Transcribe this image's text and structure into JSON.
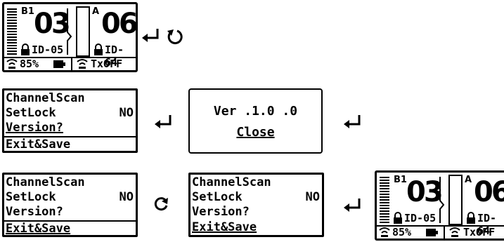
{
  "status_screen": {
    "left_channel": "B1",
    "left_number": "03",
    "left_id": "ID-05",
    "battery": "85%",
    "right_channel": "A",
    "right_number": "06",
    "right_id": "ID-64",
    "tx_status": "TxOFF"
  },
  "menu": {
    "items": [
      {
        "label": "ChannelScan",
        "value": ""
      },
      {
        "label": "SetLock",
        "value": "NO"
      },
      {
        "label": "Version?",
        "value": ""
      },
      {
        "label": "Exit&Save",
        "value": ""
      }
    ]
  },
  "version_dialog": {
    "version_text": "Ver .1.0 .0",
    "close_label": "Close"
  },
  "icons": [
    "enter-arrow-icon",
    "rotate-ccw-icon",
    "rotate-cw-icon",
    "lock-icon",
    "antenna-icon",
    "battery-icon"
  ]
}
